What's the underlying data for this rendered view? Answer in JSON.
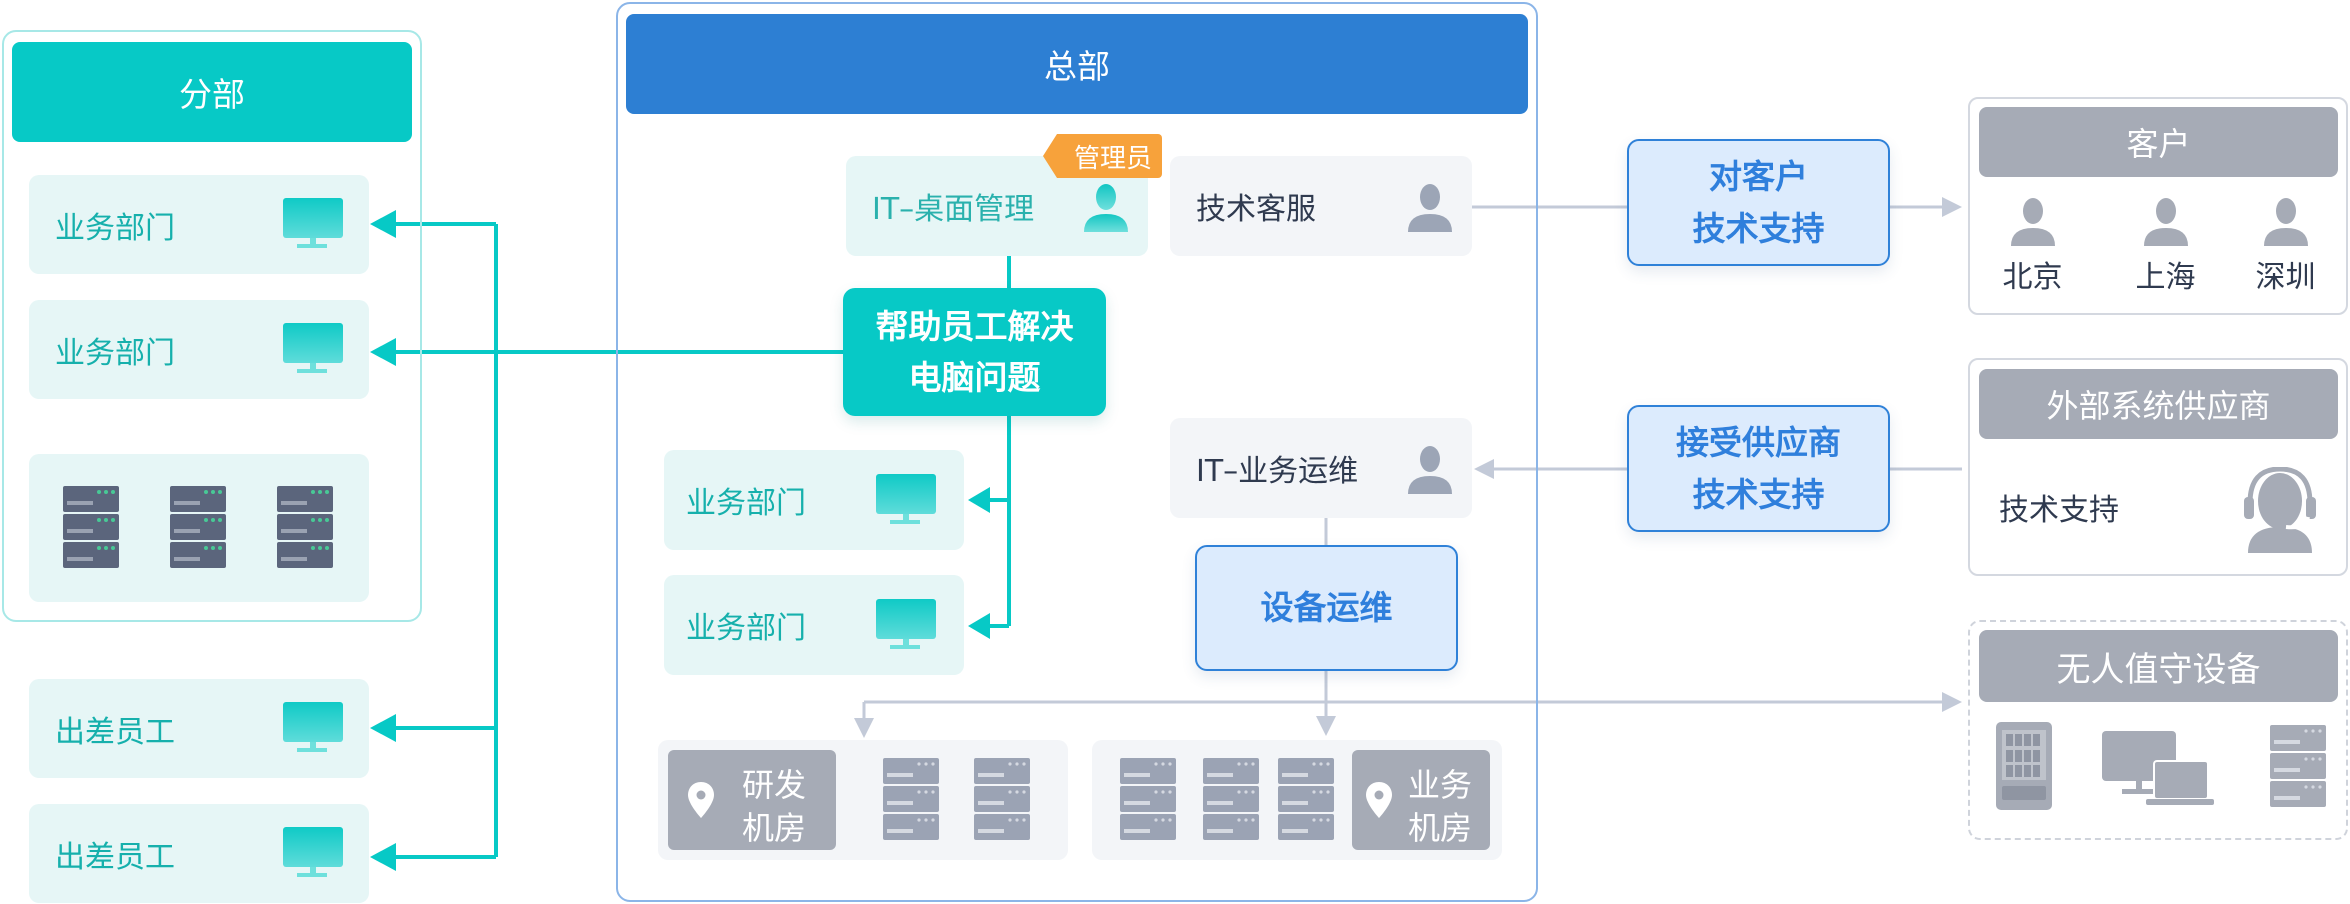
{
  "branch": {
    "title": "分部",
    "items": [
      {
        "label": "业务部门",
        "icon": "monitor-icon"
      },
      {
        "label": "业务部门",
        "icon": "monitor-icon"
      }
    ],
    "server_icons": [
      "server-rack-icon",
      "server-rack-icon",
      "server-rack-icon"
    ]
  },
  "travel": {
    "items": [
      {
        "label": "出差员工",
        "icon": "monitor-icon"
      },
      {
        "label": "出差员工",
        "icon": "monitor-icon"
      }
    ]
  },
  "hq": {
    "title": "总部",
    "it_desktop": {
      "label": "IT–桌面管理",
      "badge": "管理员",
      "icon": "person-icon"
    },
    "tech_service": {
      "label": "技术客服",
      "icon": "person-icon"
    },
    "help_callout": {
      "line1": "帮助员工解决",
      "line2": "电脑问题"
    },
    "depts": [
      {
        "label": "业务部门",
        "icon": "monitor-icon"
      },
      {
        "label": "业务部门",
        "icon": "monitor-icon"
      }
    ],
    "it_ops": {
      "label": "IT–业务运维",
      "icon": "person-icon"
    },
    "device_ops": {
      "label": "设备运维"
    },
    "rd_room": {
      "line1": "研发",
      "line2": "机房",
      "icon": "location-pin-icon"
    },
    "biz_room": {
      "line1": "业务",
      "line2": "机房",
      "icon": "location-pin-icon"
    }
  },
  "customer_support": {
    "line1": "对客户",
    "line2": "技术支持"
  },
  "vendor_support": {
    "line1": "接受供应商",
    "line2": "技术支持"
  },
  "customers": {
    "title": "客户",
    "cities": [
      "北京",
      "上海",
      "深圳"
    ]
  },
  "vendor": {
    "title": "外部系统供应商",
    "label": "技术支持",
    "icon": "headset-agent-icon"
  },
  "unattended": {
    "title": "无人值守设备",
    "icons": [
      "storage-cabinet-icon",
      "desktop-laptop-icon",
      "server-rack-icon"
    ]
  },
  "colors": {
    "teal": "#07c9c6",
    "blue": "#2d7fd3",
    "grey_header": "#a6abb6",
    "connector_grey": "#c3cad8"
  }
}
